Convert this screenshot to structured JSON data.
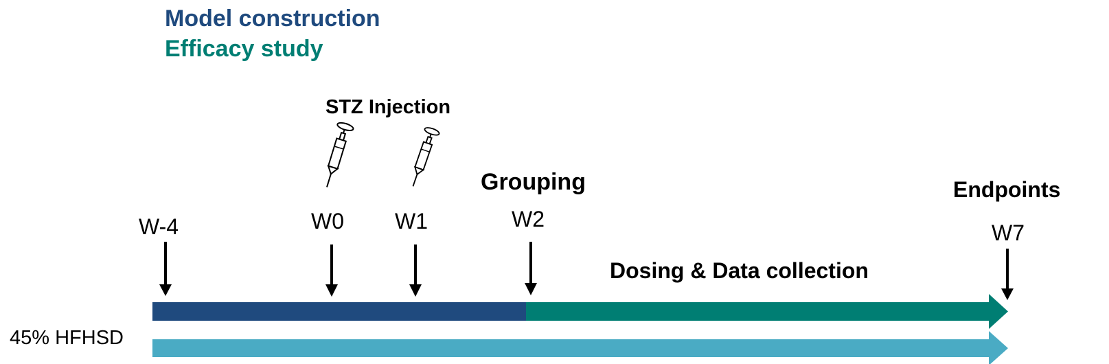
{
  "colors": {
    "model_construction": "#1f4a7e",
    "efficacy_study": "#007e73",
    "diet_bar": "#4aabc4",
    "marker": "#000000"
  },
  "legend": {
    "model_construction": "Model construction",
    "efficacy_study": "Efficacy study"
  },
  "events": {
    "stz_injection": "STZ Injection",
    "grouping": "Grouping",
    "dosing": "Dosing & Data collection",
    "endpoints": "Endpoints"
  },
  "weeks": [
    "W-4",
    "W0",
    "W1",
    "W2",
    "W7"
  ],
  "diet": "45% HFHSD",
  "icons": {
    "injection": "syringe-icon",
    "week_marker": "down-arrow-icon"
  }
}
